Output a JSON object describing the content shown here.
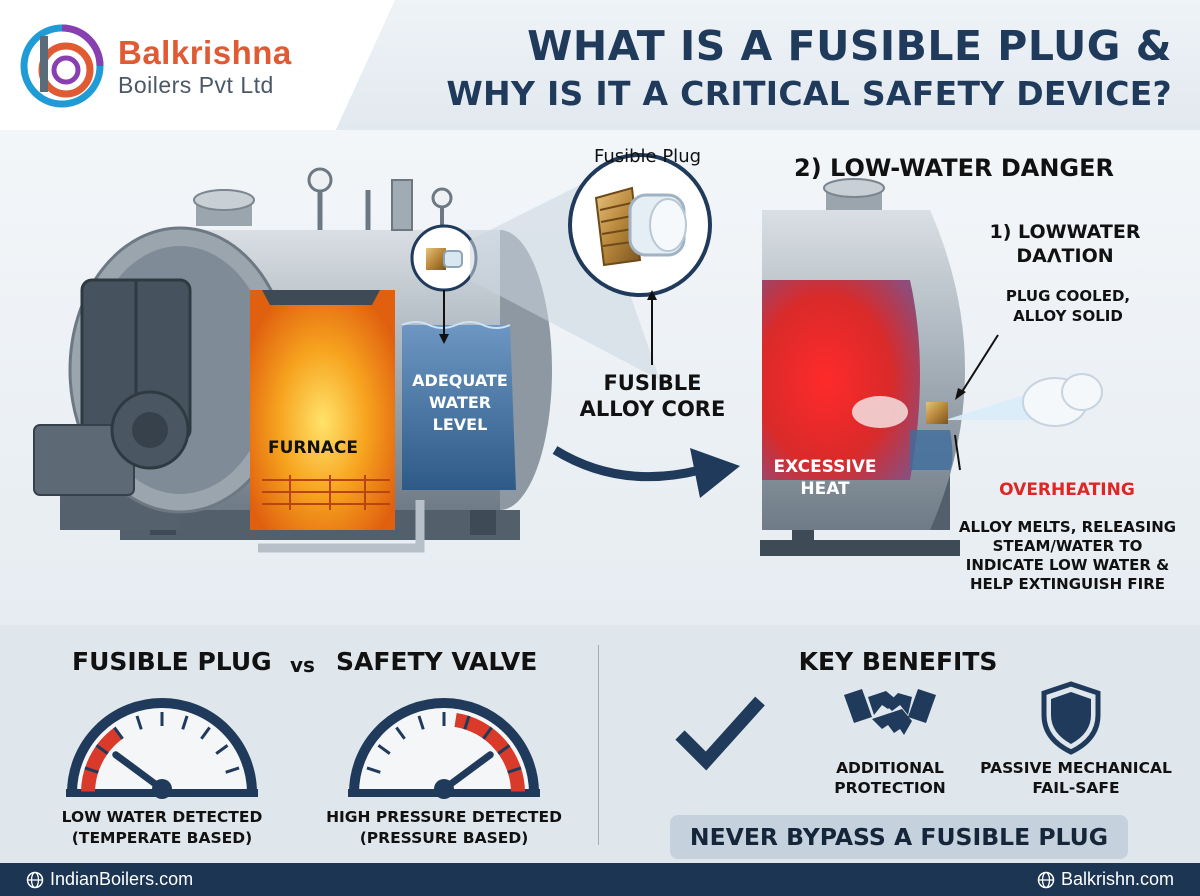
{
  "brand": {
    "name_line1": "Balkrishna",
    "name_line2": "Boilers Pvt Ltd",
    "colors": [
      "#e05a33",
      "#8a3fb0",
      "#1f9bd6",
      "#5a6b7a"
    ]
  },
  "title": {
    "line1": "WHAT IS A FUSIBLE PLUG &",
    "line2": "WHY IS IT A CRITICAL SAFETY DEVICE?"
  },
  "diagram": {
    "furnace_label": "FURNACE",
    "water_label_lines": [
      "ADEQUATE",
      "WATER",
      "LEVEL"
    ],
    "plug_callout": "Fusible Plug",
    "alloy_core_lines": [
      "FUSIBLE",
      "ALLOY CORE"
    ],
    "danger_title": "2) LOW-WATER DANGER",
    "lowwater_lines": [
      "1) LOWWATER",
      "DAΛTION"
    ],
    "plug_cooled_lines": [
      "PLUG COOLED,",
      "ALLOY SOLID"
    ],
    "excessive_heat_lines": [
      "EXCESSIVE",
      "HEAT"
    ],
    "overheating": "OVERHEATING",
    "melts_lines": [
      "ALLOY MELTS, RELEASING",
      "STEAM/WATER TO",
      "INDICATE LOW WATER &",
      "HELP EXTINGUISH FIRE"
    ]
  },
  "comparison": {
    "left_title": "FUSIBLE PLUG",
    "vs": "vs",
    "right_title": "SAFETY VALVE",
    "left_caption_lines": [
      "LOW WATER DETECTED",
      "(TEMPERATE BASED)"
    ],
    "right_caption_lines": [
      "HIGH PRESSURE DETECTED",
      "(PRESSURE BASED)"
    ],
    "left_gauge_level": 0.22,
    "right_gauge_level": 0.78
  },
  "benefits": {
    "title": "KEY BENEFITS",
    "items": [
      {
        "icon": "checkmark-icon",
        "lines": []
      },
      {
        "icon": "handshake-icon",
        "lines": [
          "ADDITIONAL",
          "PROTECTION"
        ]
      },
      {
        "icon": "shield-icon",
        "lines": [
          "PASSIVE MECHANICAL",
          "FAIL-SAFE"
        ]
      }
    ],
    "banner": "NEVER BYPASS A FUSIBLE PLUG"
  },
  "footer": {
    "left": "IndianBoilers.com",
    "right": "Balkrishn.com",
    "icon": "globe-icon"
  },
  "colors": {
    "navy": "#1f3a5a",
    "fire": "#f5a21e",
    "water": "#3f6d9c",
    "danger_red": "#e02525"
  }
}
